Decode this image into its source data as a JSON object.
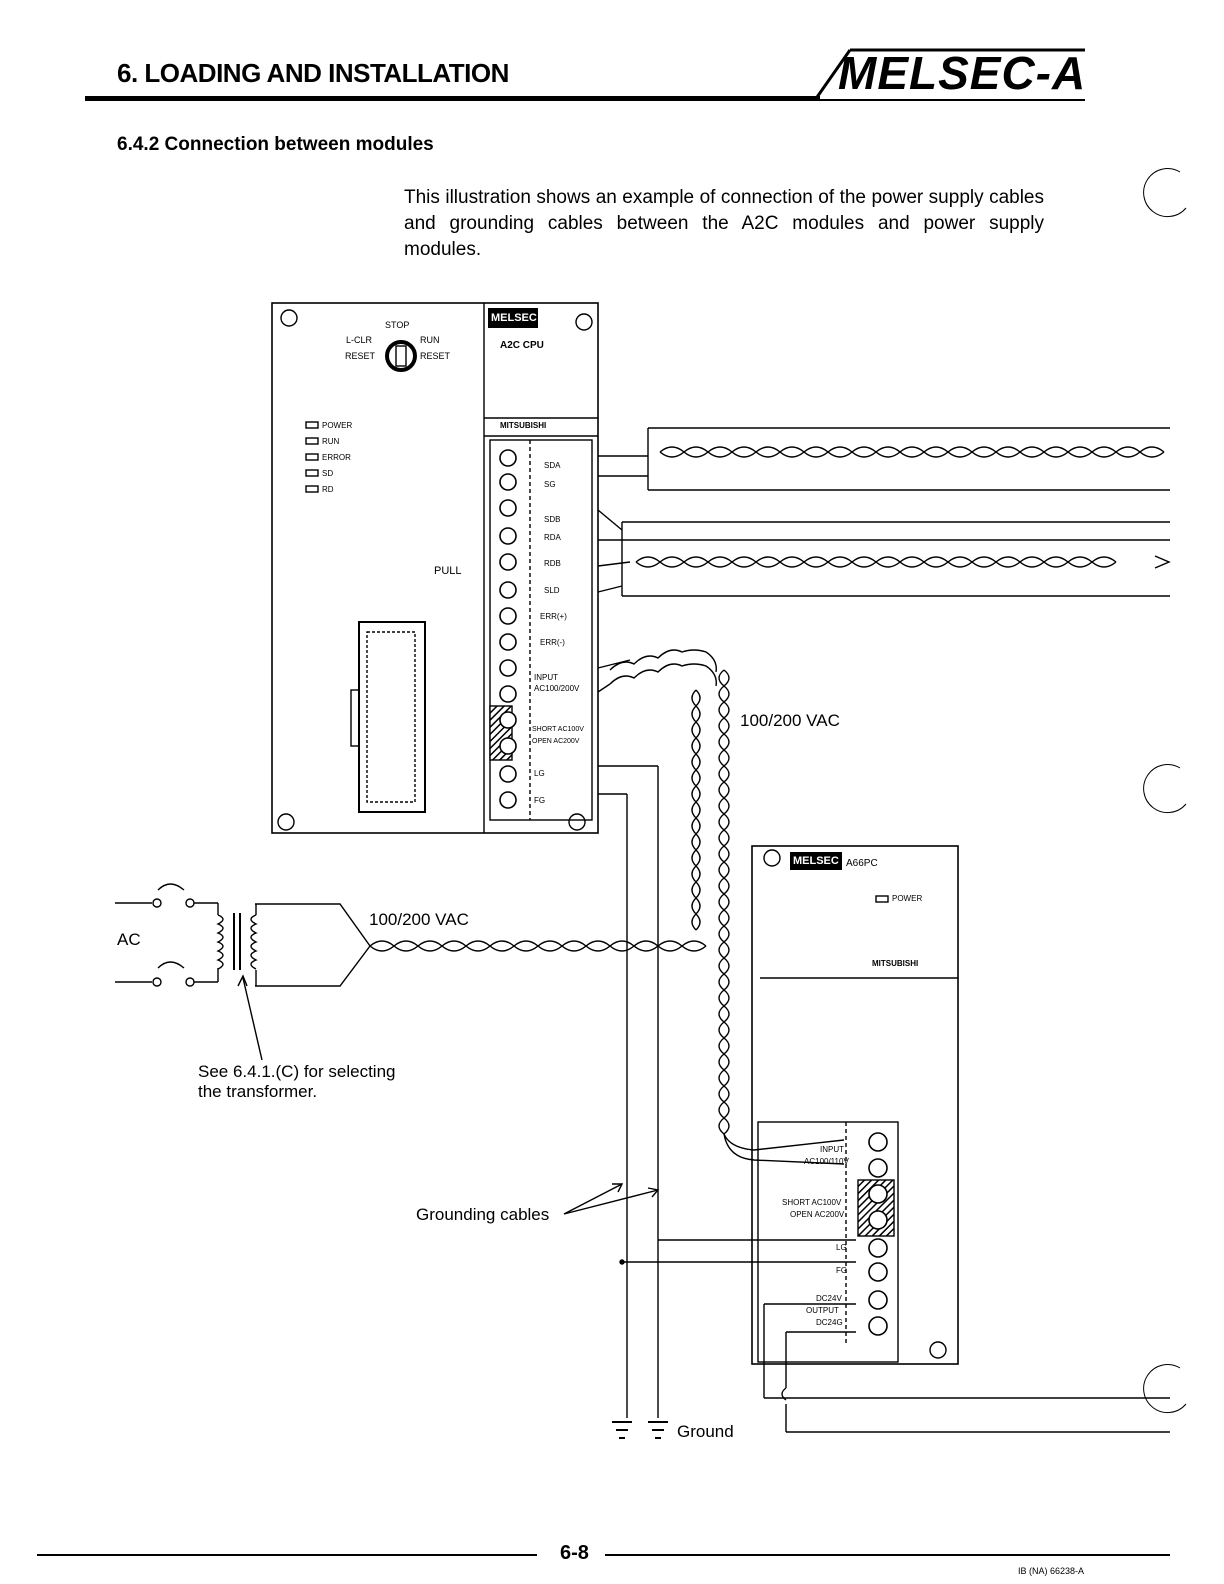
{
  "header": {
    "title": "6. LOADING AND INSTALLATION",
    "logo": "MELSEC-A"
  },
  "section": {
    "title": "6.4.2 Connection between modules",
    "intro": "This illustration shows an example of connection of the power supply cables and grounding cables between the A2C modules and power supply modules."
  },
  "cpu_module": {
    "brand": "MELSEC",
    "model": "A2C CPU",
    "maker": "MITSUBISHI",
    "switch": {
      "stop": "STOP",
      "lclr": "L-CLR",
      "run": "RUN",
      "reset_left": "RESET",
      "reset_right": "RESET"
    },
    "leds": [
      "POWER",
      "RUN",
      "ERROR",
      "SD",
      "RD"
    ],
    "pull": "PULL",
    "terminals": [
      "SDA",
      "SG",
      "SDB",
      "RDA",
      "RDB",
      "SLD",
      "ERR(+)",
      "ERR(-)",
      "INPUT",
      "AC100/200V",
      "SHORT AC100V",
      "OPEN AC200V",
      "LG",
      "FG"
    ]
  },
  "psu_module": {
    "brand": "MELSEC",
    "model": "A66PC",
    "led": "POWER",
    "maker": "MITSUBISHI",
    "terminals": [
      "INPUT",
      "AC100/110V",
      "SHORT AC100V",
      "OPEN AC200V",
      "LG",
      "FG",
      "DC24V",
      "OUTPUT",
      "DC24G"
    ]
  },
  "labels": {
    "vac_right": "100/200 VAC",
    "vac_left": "100/200 VAC",
    "ac": "AC",
    "transformer_note_1": "See 6.4.1.(C) for selecting",
    "transformer_note_2": "the transformer.",
    "grounding": "Grounding cables",
    "ground": "Ground"
  },
  "footer": {
    "page": "6-8",
    "doc": "IB (NA) 66238-A"
  }
}
